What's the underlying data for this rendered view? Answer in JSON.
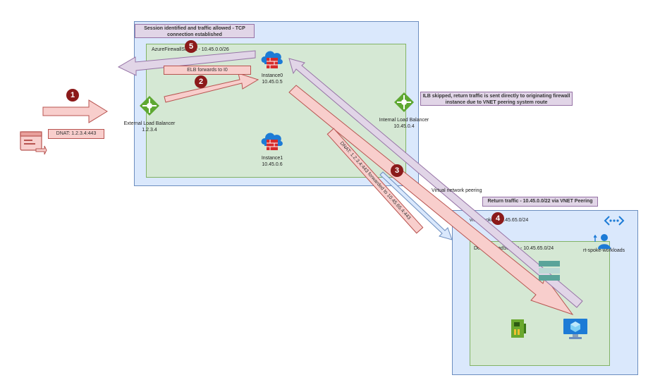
{
  "notes": {
    "session": "Session identified and traffic allowed - TCP connection established",
    "dnat_client": "DNAT: 1.2.3.4:443",
    "elb_forwards": "ELB forwards to I0",
    "ilb_skipped": "ILB skipped, return traffic is sent directly to originating firewall instance due to VNET peering system route",
    "return_traffic": "Return traffic - 10.45.0.0/22 via VNET Peering",
    "dnat_forwarded": "DNAT: 1.2.3.4:443 forwarded to 10.45.65.4:443"
  },
  "hub": {
    "subnet_label": "AzureFirewallSubnet - 10.45.0.0/26"
  },
  "nodes": {
    "external_lb": {
      "name": "External Load Balancer",
      "ip": "1.2.3.4"
    },
    "internal_lb": {
      "name": "Internal Load Balancer",
      "ip": "10.45.0.4"
    },
    "instance0": {
      "name": "Instance0",
      "ip": "10.45.0.5"
    },
    "instance1": {
      "name": "Instance1",
      "ip": "10.45.0.6"
    },
    "route_table": {
      "name": "rt-spoke-workloads"
    }
  },
  "peering_label": "Virtual network peering",
  "spoke": {
    "vnet_label": "vnet-spoke - 10.45.65.0/24",
    "subnet_label": "DevWorkloadSubnet - 10.45.65.0/24"
  },
  "steps": [
    "1",
    "2",
    "3",
    "4",
    "5"
  ],
  "colors": {
    "vnet_fill": "#dae8fc",
    "subnet_fill": "#d5e8d4",
    "arrow_pink": "#f8cecc",
    "arrow_purple": "#e1d5e7",
    "badge": "#8b1a1a",
    "lb_green": "#5ea832",
    "firewall_blue": "#1d7bd6",
    "firewall_red": "#d72b2b"
  },
  "icons": [
    "client-icon",
    "load-balancer-icon",
    "firewall-icon",
    "peering-icon",
    "route-table-icon",
    "vm-icon",
    "nic-icon",
    "storage-icon"
  ]
}
